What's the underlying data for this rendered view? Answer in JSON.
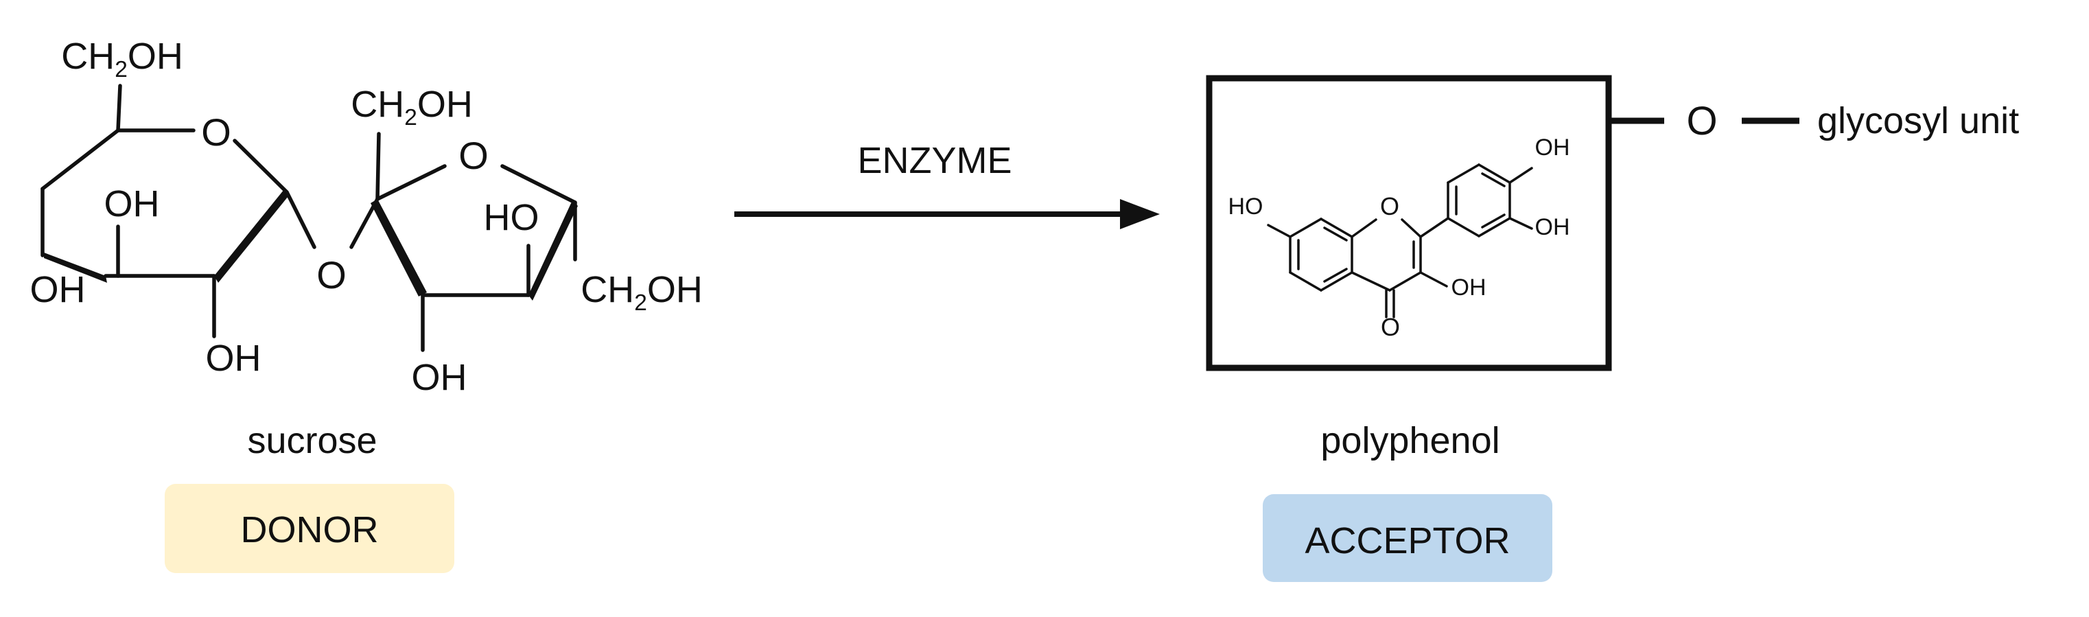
{
  "donor": {
    "name": "sucrose",
    "role": "DONOR",
    "atoms": {
      "ch2oh_glucose": "CH2OH",
      "ch2oh_fructose_top": "CH2OH",
      "ch2oh_fructose_right": "CH2OH",
      "ring_o_glucose": "O",
      "ring_o_fructose": "O",
      "glycosidic_o": "O",
      "oh_glucose_c3": "OH",
      "oh_glucose_c4": "OH",
      "oh_glucose_c2": "OH",
      "ho_fructose_c3": "HO",
      "oh_fructose_c4": "OH"
    }
  },
  "reaction": {
    "label": "ENZYME"
  },
  "acceptor": {
    "name": "polyphenol",
    "role": "ACCEPTOR",
    "atoms": {
      "ho_c7": "HO",
      "o_ring": "O",
      "o_carbonyl": "O",
      "oh_c3": "OH",
      "oh_c3p": "OH",
      "oh_c4p": "OH"
    }
  },
  "linkage": {
    "atom": "O",
    "group": "glycosyl unit"
  },
  "colors": {
    "donor_badge": "#FFF2CC",
    "acceptor_badge": "#BDD7EE",
    "line": "#111111"
  }
}
